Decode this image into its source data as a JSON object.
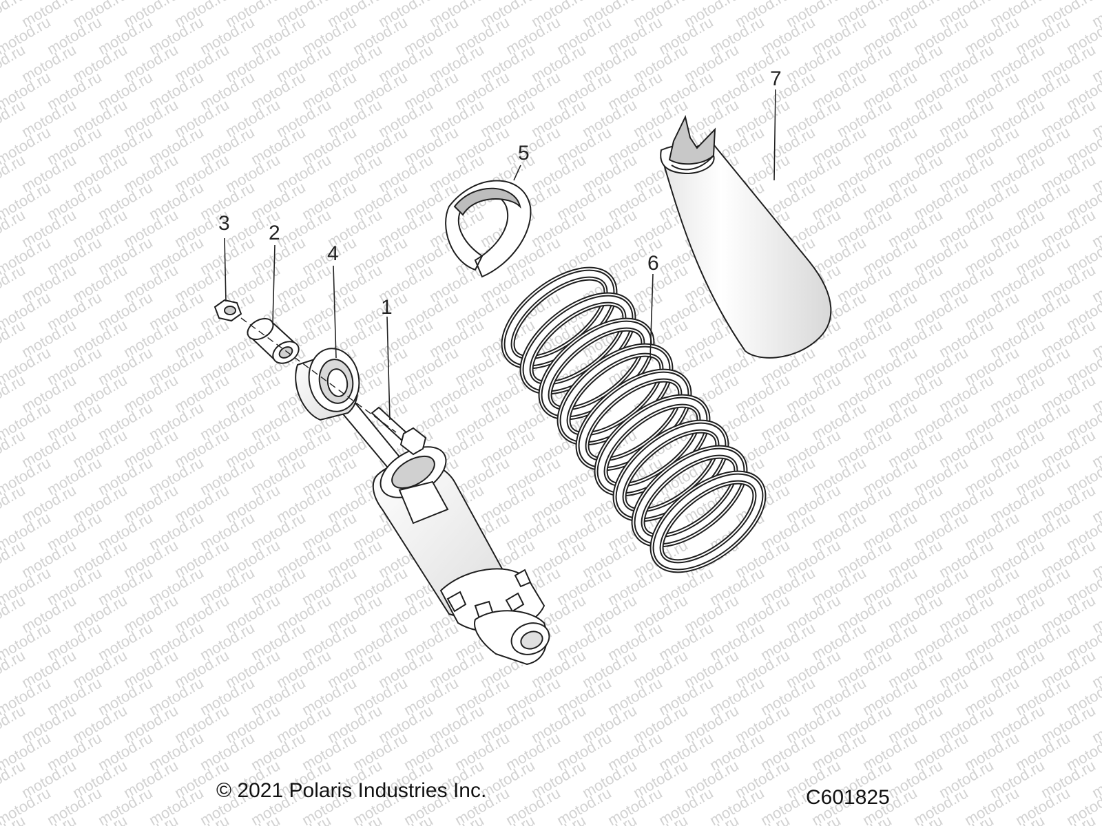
{
  "watermark": "motod.ru",
  "callouts": [
    "1",
    "2",
    "3",
    "4",
    "5",
    "6",
    "7"
  ],
  "footer": {
    "copyright": "© 2021 Polaris Industries Inc.",
    "figure_code": "C601825"
  },
  "colors": {
    "line": "#1e1e1e",
    "part_fill": "#ffffff",
    "shade": "#cfcfcf",
    "watermark": "#d2d2d2"
  }
}
